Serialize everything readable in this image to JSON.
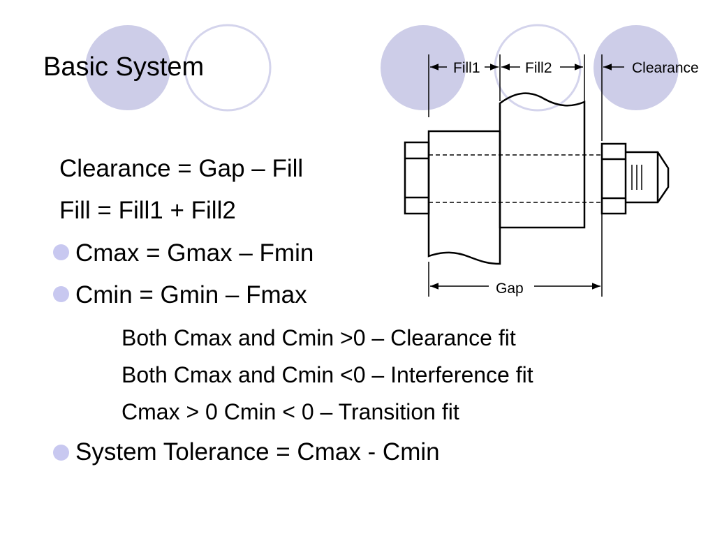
{
  "slide": {
    "title": "Basic System",
    "equations": [
      "Clearance = Gap – Fill",
      "Fill = Fill1 + Fill2"
    ],
    "bullets": [
      "Cmax = Gmax – Fmin",
      "Cmin = Gmin – Fmax"
    ],
    "sub_points": [
      "Both Cmax and Cmin >0 – Clearance fit",
      "Both Cmax and Cmin <0 – Interference fit",
      "Cmax > 0 Cmin < 0 – Transition fit"
    ],
    "final_bullet": "System Tolerance = Cmax - Cmin"
  },
  "diagram": {
    "labels": {
      "fill1": "Fill1",
      "fill2": "Fill2",
      "clearance": "Clearance",
      "gap": "Gap"
    }
  },
  "theme": {
    "circle_fill": "#cdcde8",
    "circle_stroke": "#cdcde8",
    "bullet_color": "#c8c8f0"
  }
}
